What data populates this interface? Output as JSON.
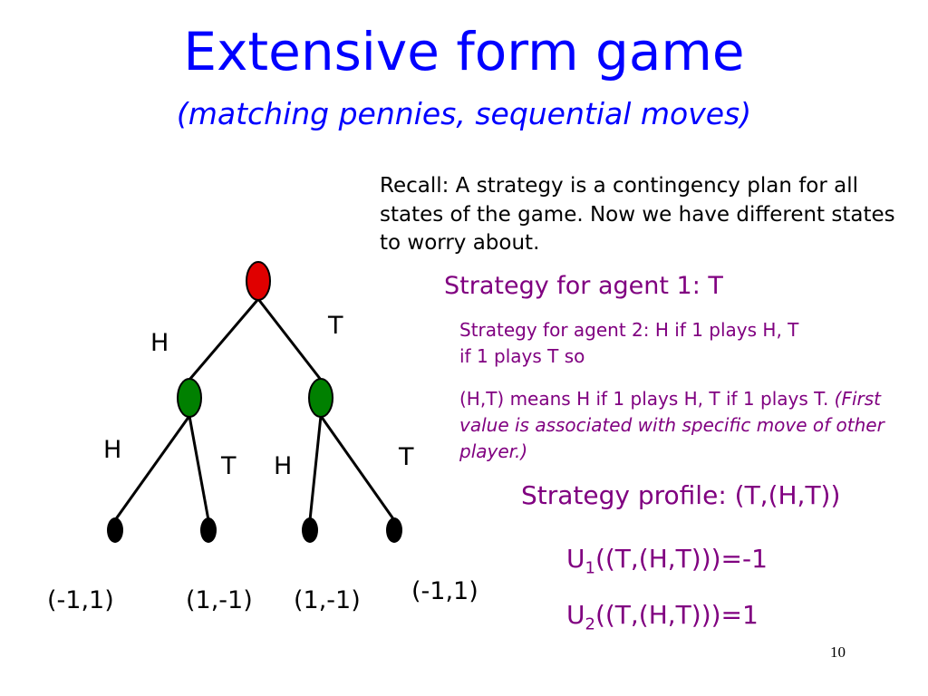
{
  "title": "Extensive form game",
  "subtitle": "(matching pennies, sequential moves)",
  "recall_text": "Recall: A strategy is a contingency plan for all states of the game. Now we have different states to worry about.",
  "strategy_agent1": "Strategy for agent 1: T",
  "strategy_agent2_line1": "Strategy for agent 2:  H if 1 plays H, T",
  "strategy_agent2_line2": "if 1 plays T so",
  "ht_meaning": "(H,T) means H if 1 plays H, T if 1 plays T.  ",
  "ht_note": "(First value is associated with specific move of other player.)",
  "strategy_profile": "Strategy profile: (T,(H,T))",
  "utility1": {
    "prefix": "U",
    "sub": "1",
    "rest": "((T,(H,T)))=-1"
  },
  "utility2": {
    "prefix": "U",
    "sub": "2",
    "rest": "((T,(H,T)))=1"
  },
  "page_number": "10",
  "tree": {
    "colors": {
      "root": "#e00000",
      "player2": "#008000",
      "leaf": "#000000"
    },
    "top_labels": {
      "left": "H",
      "right": "T"
    },
    "left_sub_labels": {
      "left": "H",
      "right": "T"
    },
    "right_sub_labels": {
      "left": "H",
      "right": "T"
    },
    "payoffs": [
      "(-1,1)",
      "(1,-1)",
      "(1,-1)",
      "(-1,1)"
    ]
  }
}
